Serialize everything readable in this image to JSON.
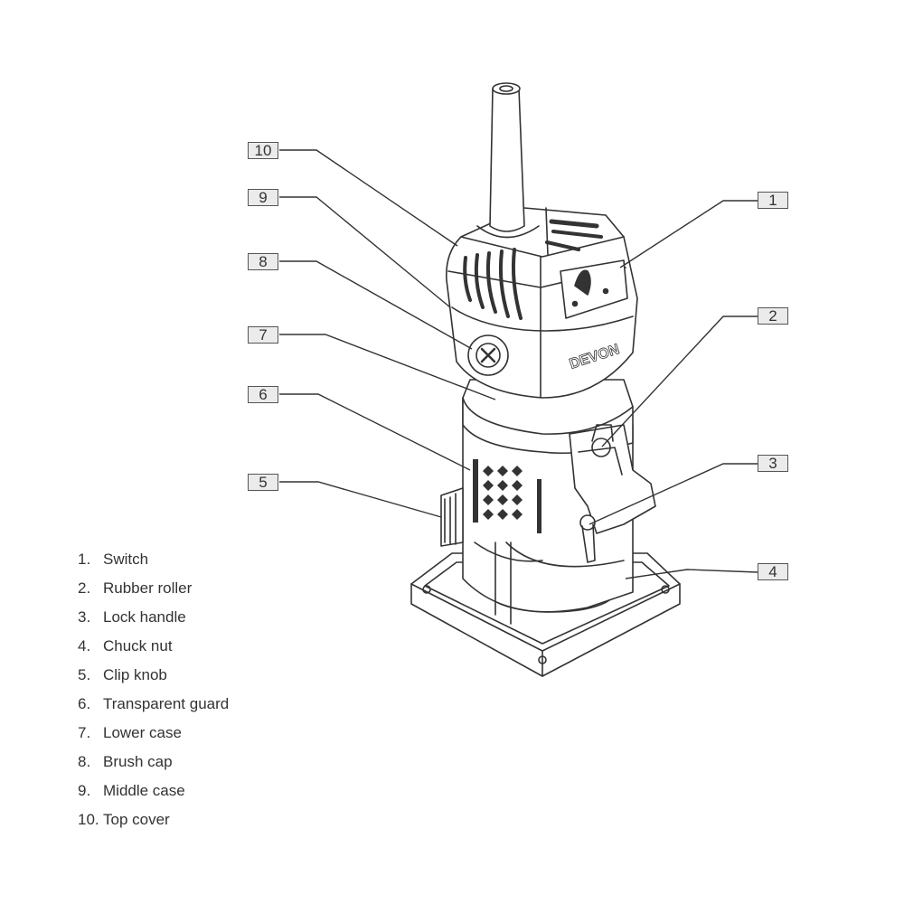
{
  "callouts": [
    "1",
    "2",
    "3",
    "4",
    "5",
    "6",
    "7",
    "8",
    "9",
    "10"
  ],
  "brand": "DEVON",
  "legend": [
    {
      "num": "1.",
      "name": "Switch"
    },
    {
      "num": "2.",
      "name": "Rubber roller"
    },
    {
      "num": "3.",
      "name": "Lock handle"
    },
    {
      "num": "4.",
      "name": "Chuck nut"
    },
    {
      "num": "5.",
      "name": "Clip knob"
    },
    {
      "num": "6.",
      "name": "Transparent guard"
    },
    {
      "num": "7.",
      "name": "Lower case"
    },
    {
      "num": "8.",
      "name": "Brush cap"
    },
    {
      "num": "9.",
      "name": "Middle case"
    },
    {
      "num": "10.",
      "name": "Top cover"
    }
  ],
  "colors": {
    "line": "#333333",
    "box_fill": "#ebebeb",
    "box_border": "#555555"
  }
}
